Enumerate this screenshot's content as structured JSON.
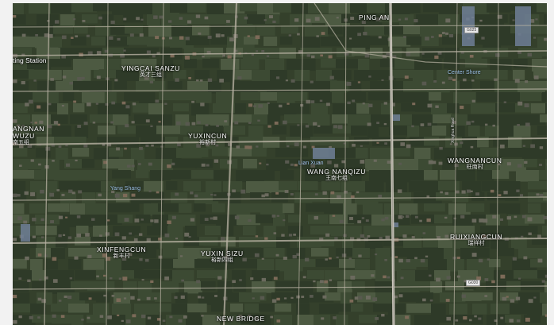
{
  "map": {
    "type": "satellite",
    "colors": {
      "field_dark": "#2e3a28",
      "field_mid": "#3c4a33",
      "field_light": "#4d5a42",
      "village": "#6b6a5e",
      "road": "#b9b3a4",
      "highway": "#c9c5bb",
      "label": "#ffffff",
      "poi": "#9ec3e8"
    },
    "places": [
      {
        "id": "ping-an",
        "name": "PING AN",
        "zh": ""
      },
      {
        "id": "ting-station",
        "name": "ting Station",
        "zh": ""
      },
      {
        "id": "yingcai-sanzu",
        "name": "YINGCAI SANZU",
        "zh": "英才三组"
      },
      {
        "id": "yuxincun",
        "name": "YUXINCUN",
        "zh": "裕新村"
      },
      {
        "id": "angnan-wuzu",
        "name": "ANGNAN\nWUZU",
        "zh": "南五组"
      },
      {
        "id": "wang-nanqizu",
        "name": "WANG NANQIZU",
        "zh": "王南七组"
      },
      {
        "id": "wangnancun",
        "name": "WANGNANCUN",
        "zh": "旺南村"
      },
      {
        "id": "xinfengcun",
        "name": "XINFENGCUN",
        "zh": "新丰村"
      },
      {
        "id": "yuxin-sizu",
        "name": "YUXIN SIZU",
        "zh": "裕新四组"
      },
      {
        "id": "ruixiangcun",
        "name": "RUIXIANGCUN",
        "zh": "瑞祥村"
      },
      {
        "id": "new-bridge",
        "name": "NEW BRIDGE",
        "zh": ""
      }
    ],
    "pois": [
      {
        "id": "center-shore",
        "name": "Center Shore"
      },
      {
        "id": "lian-xuan",
        "name": "Lian Xuan"
      },
      {
        "id": "yang-shang",
        "name": "Yang Shang"
      }
    ],
    "road_shields": [
      {
        "id": "g025-top",
        "label": "G025"
      },
      {
        "id": "g030-bottom",
        "label": "G030"
      }
    ],
    "side_road_label": "Xinghua Road"
  }
}
